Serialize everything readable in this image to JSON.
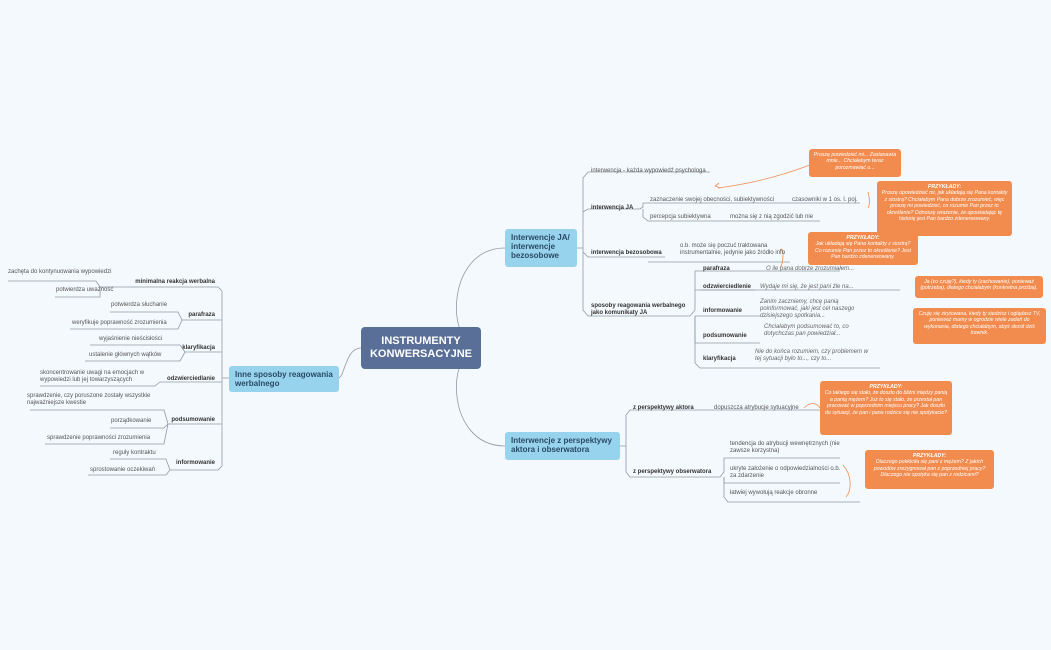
{
  "central": "INSTRUMENTY KONWERSACYJNE",
  "right": {
    "ja": {
      "title": "Interwencje JA/ interwencje bezosobowe",
      "top_item": "interwencja - każda wypowiedź psychologa",
      "interwencja_ja": {
        "label": "interwencja JA",
        "item1": "zaznaczenie swojej obecności, subiektywności",
        "item1_sub": "czasowniki w 1 os. l. poj.",
        "item2": "percepcja subiektywna",
        "item2_sub": "można się z nią zgodzić lub nie"
      },
      "bezosobowa": {
        "label": "interwencja bezosobowa",
        "item": "o.b. może się poczuć traktowana instrumentalnie, jedynie jako źródło info"
      },
      "sposoby": {
        "label": "sposoby reagowania werbalnego jako komunikaty JA",
        "rows": [
          {
            "label": "parafraza",
            "text": "O ile pana dobrze zrozumiałem..."
          },
          {
            "label": "odzwierciedlenie",
            "text": "Wydaje mi się, że jest pani źle na..."
          },
          {
            "label": "informowanie",
            "text": "Zanim zaczniemy, chcę panią poinformować, jaki jest cel naszego dzisiejszego spotkania..."
          },
          {
            "label": "podsumowanie",
            "text": "Chciałabym podsumować to, co dotychczas pan powiedział..."
          },
          {
            "label": "klaryfikacja",
            "text": "Nie do końca rozumiem, czy problemem w tej sytuacji było to..., czy to..."
          }
        ]
      }
    },
    "aktor": {
      "title": "Interwencje z perspektywy aktora i obserwatora",
      "aktora": {
        "label": "z perspektywy aktora",
        "item": "dopuszcza atrybucje sytuacyjne"
      },
      "obserwatora": {
        "label": "z perspektywy obserwatora",
        "items": [
          "tendencja do atrybucji wewnętrznych (nie zawsze korzystna)",
          "ukryte założenie o odpowiedzialności o.b. za zdarzenie",
          "łatwiej wywołują reakcje obronne"
        ]
      }
    }
  },
  "notes": {
    "n1": {
      "title": "",
      "text": "Proszę powiedzieć mi... Zastanawia mnie... Chciałabym teraz porozmawiać o..."
    },
    "n2": {
      "title": "PRZYKŁADY:",
      "text": "Proszę opowiedzieć mi, jak układają się Pana kontakty z siostrą? Chciałabym Pana dobrze zrozumieć, więc proszę mi powiedzieć, co rozumie Pan przez to określenie? Odnoszę wrażenie, że opowiadając tę historię jest Pan bardzo zdenerwowany."
    },
    "n3": {
      "title": "PRZYKŁADY:",
      "text": "Jak układają się Pana kontakty z siostrą? Co rozumie Pan przez to określenie? Jest Pan bardzo zdenerwowany."
    },
    "n4": {
      "title": "",
      "text": "Ja (co czuję?), kiedy ty (zachowanie), ponieważ (potrzeba), dlatego chciałabym (konkretna prośba)."
    },
    "n5": {
      "title": "",
      "text": "Czuję się zirytowana, kiedy ty siedzisz i oglądasz TV, ponieważ mamy w ogrodzie wiele zadań do wykonania, dlatego chciałabym, abyś skosił dziś trawnik."
    },
    "n6": {
      "title": "PRZYKŁADY:",
      "text": "Co takiego się stało, że doszło do bliżni między panią a panią mężem? Już to się stało, że przestał pan pracować w poprzednim miejscu pracy? Jak doszło do sytuacji, że pan i pana rodzice się nie spotykacie?"
    },
    "n7": {
      "title": "PRZYKŁADY:",
      "text": "Dlaczego pokłóciła się pani z mężem? Z jakich powodów zrezygnował pan z poprzedniej pracy? Dlaczego nie spotyka się pan z rodzicami?"
    }
  },
  "left": {
    "title": "Inne sposoby reagowania werbalnego",
    "groups": {
      "minimalna": {
        "label": "minimalna reakcja werbalna",
        "items": [
          "zachęta do kontynuowania wypowiedzi",
          "potwierdza uważność"
        ]
      },
      "parafraza": {
        "label": "parafraza",
        "items": [
          "potwierdza słuchanie",
          "weryfikuje poprawność zrozumienia"
        ]
      },
      "klaryfikacja": {
        "label": "klaryfikacja",
        "items": [
          "wyjaśnienie nieścisłości",
          "ustalenie głównych wątków"
        ]
      },
      "odzwierciedlanie": {
        "label": "odzwierciedlanie",
        "items": [
          "skoncentrowanie uwagi na emocjach w wypowiedzi lub jej towarzyszących"
        ]
      },
      "podsumowanie": {
        "label": "podsumowanie",
        "items": [
          "sprawdzenie, czy poruszone zostały wszystkie najważniejsze kwestie",
          "porządkowanie",
          "sprawdzenie poprawności zrozumienia"
        ]
      },
      "informowanie": {
        "label": "informowanie",
        "items": [
          "reguły kontraktu",
          "sprostowanie oczekiwań"
        ]
      }
    }
  },
  "colors": {
    "central": "#5a6f98",
    "main": "#97d3ec",
    "note": "#f28b4e",
    "line": "#8f9aa6",
    "background": "#f4f9fd"
  }
}
